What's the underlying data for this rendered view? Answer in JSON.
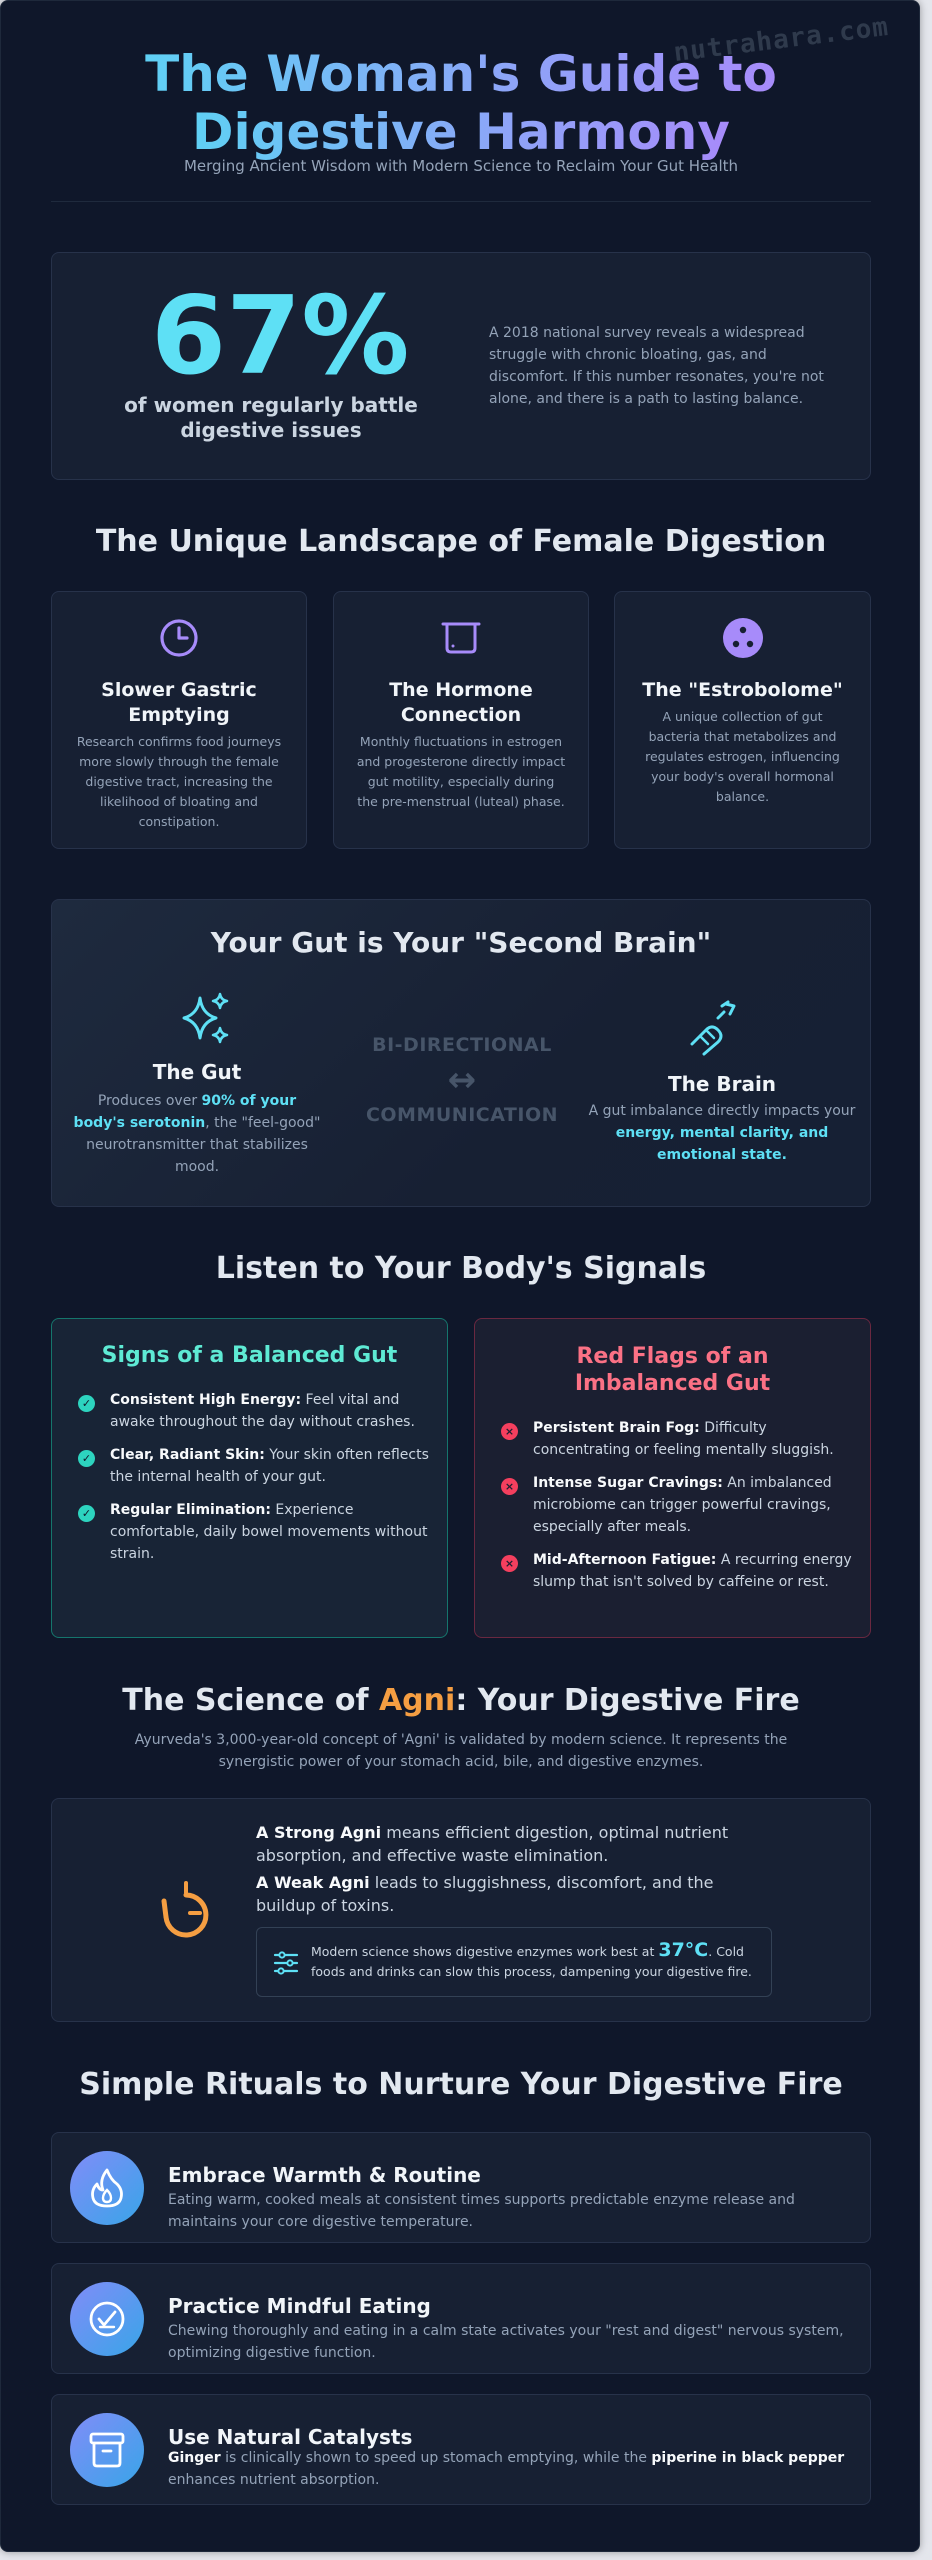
{
  "watermark": "nutrahara.com",
  "header": {
    "title_line1": "The Woman's Guide to",
    "title_line2": "Digestive Harmony",
    "subtitle": "Merging Ancient Wisdom with Modern Science to Reclaim Your Gut Health"
  },
  "stat": {
    "value": "67%",
    "label": "of women regularly battle digestive issues",
    "description": "A 2018 national survey reveals a widespread struggle with chronic bloating, gas, and discomfort. If this number resonates, you're not alone, and there is a path to lasting balance."
  },
  "landscape": {
    "title": "The Unique Landscape of Female Digestion",
    "cards": [
      {
        "icon": "clock-icon",
        "title": "Slower Gastric Emptying",
        "desc": "Research confirms food journeys more slowly through the female digestive tract, increasing the likelihood of bloating and constipation."
      },
      {
        "icon": "hormone-icon",
        "title": "The Hormone Connection",
        "desc": "Monthly fluctuations in estrogen and progesterone directly impact gut motility, especially during the pre-menstrual (luteal) phase."
      },
      {
        "icon": "bacteria-icon",
        "title": "The \"Estrobolome\"",
        "desc": "A unique collection of gut bacteria that metabolizes and regulates estrogen, influencing your body's overall hormonal balance."
      }
    ]
  },
  "second_brain": {
    "title": "Your Gut is Your \"Second Brain\"",
    "gut": {
      "title": "The Gut",
      "desc_pre": "Produces over ",
      "desc_highlight": "90% of your body's serotonin",
      "desc_post": ", the \"feel-good\" neurotransmitter that stabilizes mood."
    },
    "middle": {
      "line1": "BI-DIRECTIONAL",
      "arrow": "↔",
      "line2": "COMMUNICATION"
    },
    "brain": {
      "title": "The Brain",
      "desc_pre": "A gut imbalance directly impacts your ",
      "desc_highlight": "energy, mental clarity, and emotional state."
    }
  },
  "signals": {
    "title": "Listen to Your Body's Signals",
    "balanced": {
      "title": "Signs of a Balanced Gut",
      "color": "#5eead4",
      "items": [
        {
          "bold": "Consistent High Energy:",
          "text": " Feel vital and awake throughout the day without crashes."
        },
        {
          "bold": "Clear, Radiant Skin:",
          "text": " Your skin often reflects the internal health of your gut."
        },
        {
          "bold": "Regular Elimination:",
          "text": " Experience comfortable, daily bowel movements without strain."
        }
      ]
    },
    "imbalanced": {
      "title": "Red Flags of an Imbalanced Gut",
      "color": "#fb7185",
      "items": [
        {
          "bold": "Persistent Brain Fog:",
          "text": " Difficulty concentrating or feeling mentally sluggish."
        },
        {
          "bold": "Intense Sugar Cravings:",
          "text": " An imbalanced microbiome can trigger powerful cravings, especially after meals."
        },
        {
          "bold": "Mid-Afternoon Fatigue:",
          "text": " A recurring energy slump that isn't solved by caffeine or rest."
        }
      ]
    }
  },
  "agni": {
    "title_pre": "The Science of ",
    "title_highlight": "Agni",
    "title_post": ": Your Digestive Fire",
    "intro": "Ayurveda's 3,000-year-old concept of 'Agni' is validated by modern science. It represents the synergistic power of your stomach acid, bile, and digestive enzymes.",
    "strong_bold": "A Strong Agni",
    "strong_text": " means efficient digestion, optimal nutrient absorption, and effective waste elimination.",
    "weak_bold": "A Weak Agni",
    "weak_text": " leads to sluggishness, discomfort, and the buildup of toxins.",
    "note_pre": "Modern science shows digestive enzymes work best at ",
    "note_temp": "37°C",
    "note_post": ". Cold foods and drinks can slow this process, dampening your digestive fire.",
    "accent": "#f59e42"
  },
  "rituals": {
    "title": "Simple Rituals to Nurture Your Digestive Fire",
    "items": [
      {
        "icon": "flame-icon",
        "title": "Embrace Warmth & Routine",
        "desc": "Eating warm, cooked meals at consistent times supports predictable enzyme release and maintains your core digestive temperature."
      },
      {
        "icon": "mindful-eating-icon",
        "title": "Practice Mindful Eating",
        "desc": "Chewing thoroughly and eating in a calm state activates your \"rest and digest\" nervous system, optimizing digestive function."
      },
      {
        "icon": "jar-icon",
        "title": "Use Natural Catalysts",
        "desc_bold1": "Ginger",
        "desc_mid": " is clinically shown to speed up stomach emptying, while the ",
        "desc_bold2": "piperine in black pepper",
        "desc_post": " enhances nutrient absorption."
      }
    ]
  }
}
